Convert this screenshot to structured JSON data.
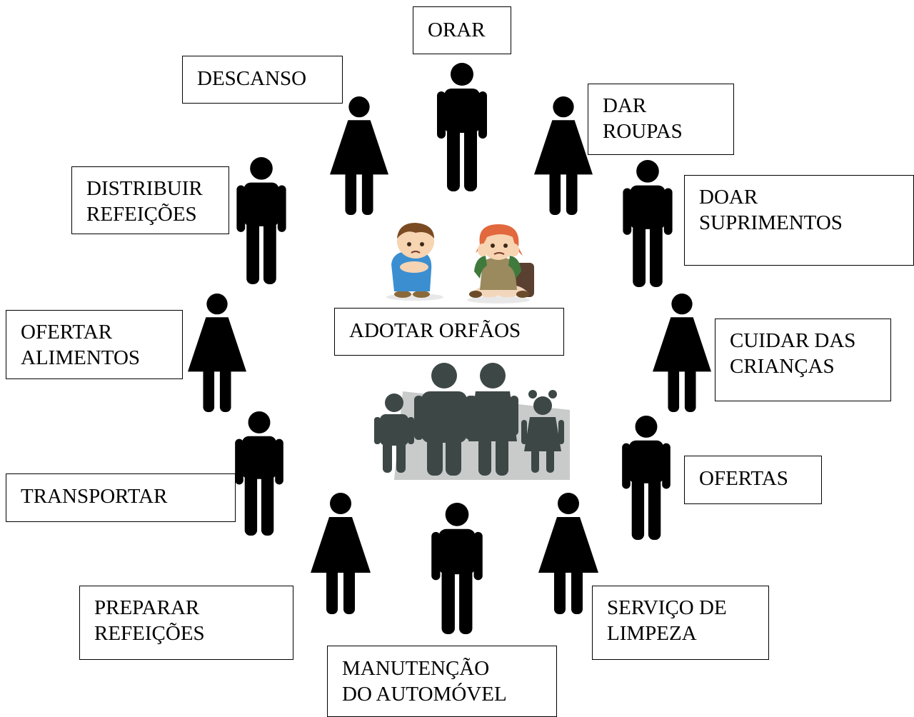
{
  "center": {
    "label": "ADOTAR ORFÃOS",
    "family_color": "#3d4746",
    "shadow_color": "#c9cbcb"
  },
  "activities": [
    {
      "id": "orar",
      "lines": [
        "ORAR"
      ]
    },
    {
      "id": "descanso",
      "lines": [
        "DESCANSO"
      ]
    },
    {
      "id": "dar-roupas",
      "lines": [
        "DAR",
        "ROUPAS"
      ]
    },
    {
      "id": "distribuir-refeicoes",
      "lines": [
        "DISTRIBUIR",
        "REFEIÇÕES"
      ]
    },
    {
      "id": "doar-suprimentos",
      "lines": [
        "DOAR",
        "SUPRIMENTOS"
      ]
    },
    {
      "id": "ofertar-alimentos",
      "lines": [
        "OFERTAR",
        "ALIMENTOS"
      ]
    },
    {
      "id": "cuidar-das-criancas",
      "lines": [
        "CUIDAR DAS",
        "CRIANÇAS"
      ]
    },
    {
      "id": "ofertas",
      "lines": [
        "OFERTAS"
      ]
    },
    {
      "id": "transportar",
      "lines": [
        "TRANSPORTAR"
      ]
    },
    {
      "id": "preparar-refeicoes",
      "lines": [
        "PREPARAR",
        "REFEIÇÕES"
      ]
    },
    {
      "id": "servico-de-limpeza",
      "lines": [
        "SERVIÇO DE",
        "LIMPEZA"
      ]
    },
    {
      "id": "manutencao-do-automovel",
      "lines": [
        "MANUTENÇÃO",
        "DO AUTOMÓVEL"
      ]
    }
  ],
  "figure_color": "#000000",
  "icons": {
    "man": "man-icon",
    "woman": "woman-icon",
    "sad-boy": "sad-boy-icon",
    "sad-girl": "sad-girl-icon",
    "family": "family-icon"
  }
}
